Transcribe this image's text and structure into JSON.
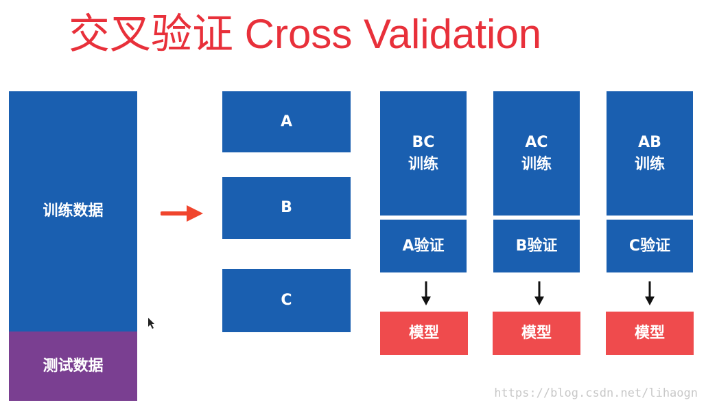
{
  "title": "交叉验证 Cross Validation",
  "data_blocks": {
    "train": "训练数据",
    "test": "测试数据"
  },
  "splits": [
    "A",
    "B",
    "C"
  ],
  "folds": [
    {
      "train_top": "BC",
      "train_bottom": "训练",
      "validate": "A验证",
      "model": "模型"
    },
    {
      "train_top": "AC",
      "train_bottom": "训练",
      "validate": "B验证",
      "model": "模型"
    },
    {
      "train_top": "AB",
      "train_bottom": "训练",
      "validate": "C验证",
      "model": "模型"
    }
  ],
  "watermark": "https://blog.csdn.net/lihaogn",
  "colors": {
    "title": "#e8303a",
    "block_blue": "#1a5fb0",
    "block_purple": "#7a3f91",
    "model_red": "#ef4b4d",
    "arrow_red": "#f0452d"
  }
}
